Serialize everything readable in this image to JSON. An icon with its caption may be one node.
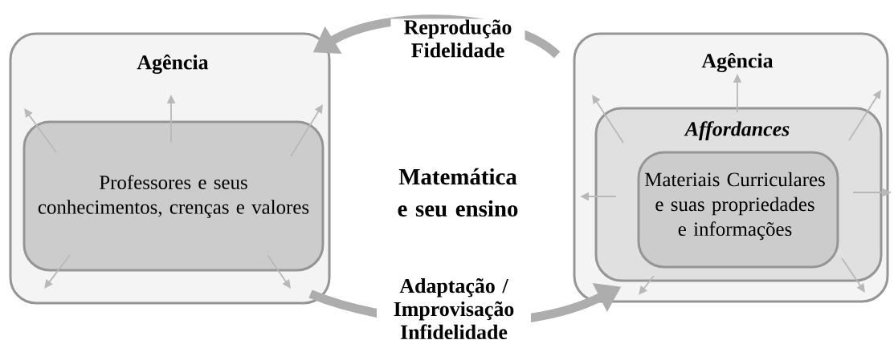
{
  "diagram": {
    "nodes": [
      {
        "text": [
          "Agência"
        ]
      },
      {
        "text": [
          "Professores e seus conhecimentos, crenças e valores"
        ],
        "in": 0
      },
      {
        "text": [
          "Agência"
        ]
      },
      {
        "text": [
          "Affordances"
        ],
        "in": 2
      },
      {
        "text": [
          "Materiais Curriculares e suas propriedades e informações"
        ],
        "in": 3
      }
    ],
    "edges": [
      {
        "from": 2,
        "to": 0,
        "arrow": "to",
        "label": "Reprodução Fidelidade"
      },
      {
        "from": 0,
        "to": 2,
        "arrow": "to",
        "label": "Adaptação / Improvisação Infidelidade"
      }
    ],
    "labels": [
      "Matemática e seu ensino"
    ]
  }
}
